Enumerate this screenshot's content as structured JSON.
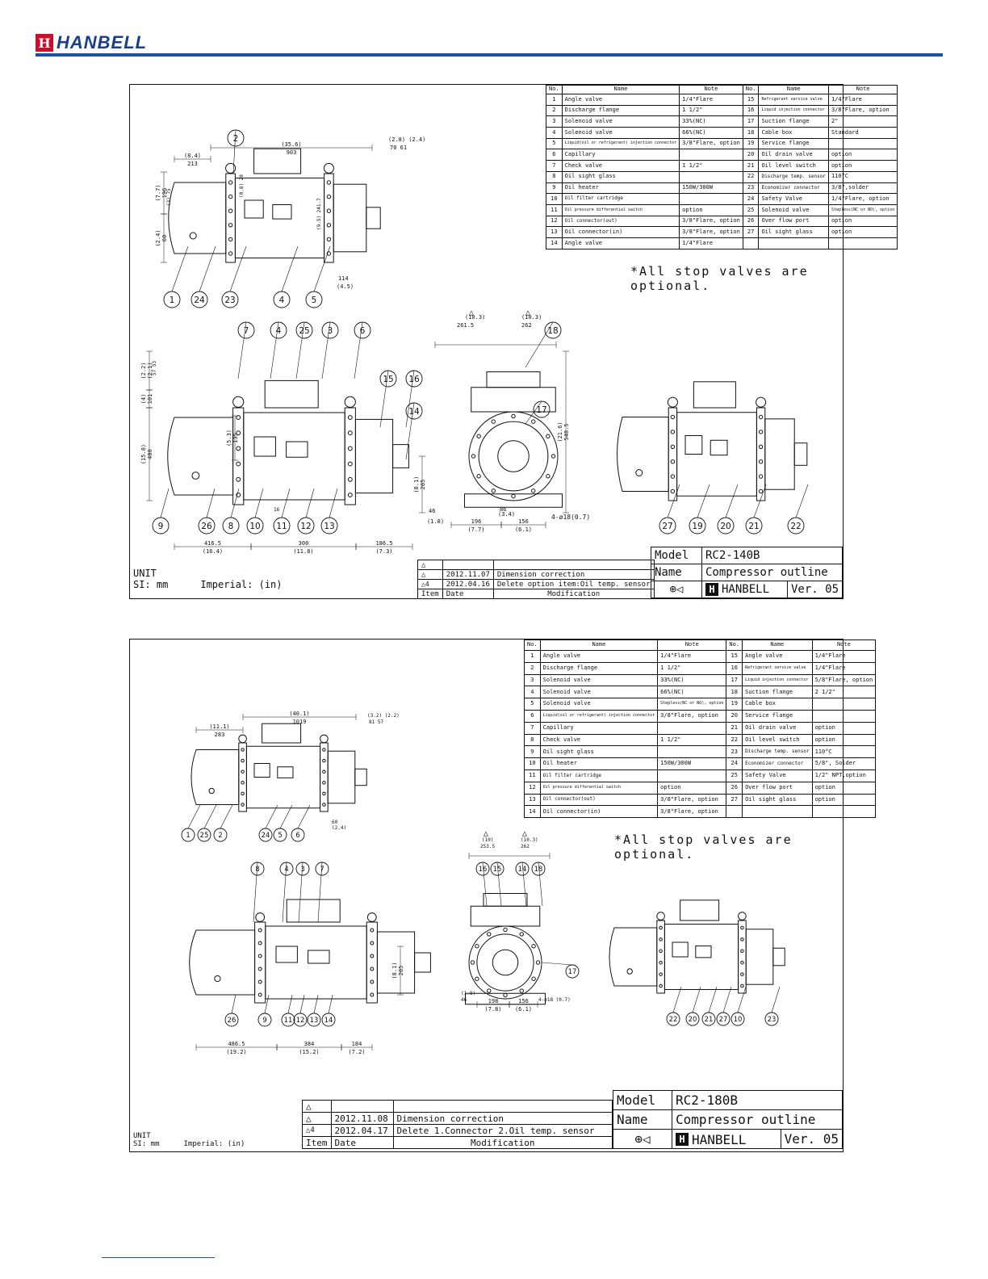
{
  "brand": {
    "logo_letter": "H",
    "logo_text": "HANBELL"
  },
  "colors": {
    "brand_blue": "#1d4fa5",
    "brand_red": "#c8102e"
  },
  "sheets": [
    {
      "id": "140b",
      "parts_header": [
        "No.",
        "Name",
        "Note",
        "No.",
        "Name",
        "Note"
      ],
      "parts": [
        [
          "1",
          "Angle valve",
          "1/4\"Flare",
          "15",
          "Refrigerant service valve",
          "1/4\"Flare"
        ],
        [
          "2",
          "Discharge flange",
          "1 1/2\"",
          "16",
          "Liquid injection connector",
          "3/8\"Flare, option"
        ],
        [
          "3",
          "Solenoid valve",
          "33%(NC)",
          "17",
          "Suction flange",
          "2\""
        ],
        [
          "4",
          "Solenoid valve",
          "66%(NC)",
          "18",
          "Cable box",
          "Standard"
        ],
        [
          "5",
          "Liquid(oil or refrigerant) injection connector",
          "3/8\"Flare, option",
          "19",
          "Service flange",
          ""
        ],
        [
          "6",
          "Capillary",
          "",
          "20",
          "Oil drain valve",
          "option"
        ],
        [
          "7",
          "Check valve",
          "1 1/2\"",
          "21",
          "Oil level switch",
          "option"
        ],
        [
          "8",
          "Oil sight glass",
          "",
          "22",
          "Discharge temp. sensor",
          "110°C"
        ],
        [
          "9",
          "Oil heater",
          "150W/300W",
          "23",
          "Economizer connector",
          "3/8\",solder"
        ],
        [
          "10",
          "Oil filter cartridge",
          "",
          "24",
          "Safety Valve",
          "1/4\"Flare, option"
        ],
        [
          "11",
          "Oil pressure differential switch",
          "option",
          "25",
          "Solenoid valve",
          "Stepless(NC or NO), option"
        ],
        [
          "12",
          "Oil connector(out)",
          "3/8\"Flare, option",
          "26",
          "Over flow port",
          "option"
        ],
        [
          "13",
          "Oil connector(in)",
          "3/8\"Flare, option",
          "27",
          "Oil sight glass",
          "option"
        ],
        [
          "14",
          "Angle valve",
          "1/4\"Flare",
          "",
          "",
          ""
        ]
      ],
      "optional_note": "*All stop valves are optional.",
      "unit_label": "UNIT",
      "unit_si": "SI: mm",
      "unit_imperial": "Imperial: (in)",
      "revisions": [
        {
          "item": "",
          "date": "",
          "mod": ""
        },
        {
          "item": "",
          "date": "2012.11.07",
          "mod": "Dimension correction"
        },
        {
          "item": "4",
          "date": "2012.04.16",
          "mod": "Delete option item:Oil temp. sensor"
        }
      ],
      "rev_header": {
        "item": "Item",
        "date": "Date",
        "mod": "Modification"
      },
      "model_label": "Model",
      "model_value": "RC2-140B",
      "name_label": "Name",
      "name_value": "Compressor outline",
      "ver_label": "Ver.",
      "ver_value": "05",
      "dims": {
        "top": [
          "(8.4)",
          "213",
          "(35.6)",
          "903",
          "(2.8)",
          "(2.4)",
          "70",
          "61",
          "(7.7)",
          "196",
          "(3)",
          "75",
          "(9.5)",
          "241.7",
          "(2.4)",
          "60",
          "(4.5)",
          "114",
          "(0.8)",
          "20"
        ],
        "front": [
          "(2.2)",
          "(2.1)",
          "57",
          "53",
          "(4)",
          "101",
          "(5.3)",
          "135",
          "(15.8)",
          "400",
          "416.5",
          "(16.4)",
          "300",
          "(11.8)",
          "186.5",
          "(7.3)",
          "16"
        ],
        "side": [
          "(10.3)",
          "261.5",
          "(10.3)",
          "262",
          "548.5",
          "(21.6)",
          "(8.1)",
          "205",
          "46",
          "(1.8)",
          "196",
          "(7.7)",
          "86",
          "(3.4)",
          "156",
          "(6.1)",
          "4-ø18(0.7)"
        ]
      },
      "balloons_top": [
        "1",
        "24",
        "23",
        "4",
        "5",
        "2"
      ],
      "balloons_front": [
        "7",
        "4",
        "25",
        "3",
        "6",
        "15",
        "16",
        "14",
        "9",
        "26",
        "8",
        "10",
        "11",
        "12",
        "13"
      ],
      "balloons_side": [
        "18",
        "17"
      ],
      "balloons_rear": [
        "27",
        "19",
        "20",
        "21",
        "22"
      ]
    },
    {
      "id": "180b",
      "parts_header": [
        "No.",
        "Name",
        "Note",
        "No.",
        "Name",
        "Note"
      ],
      "parts": [
        [
          "1",
          "Angle valve",
          "1/4\"Flare",
          "15",
          "Angle valve",
          "1/4\"Flare"
        ],
        [
          "2",
          "Discharge flange",
          "1 1/2\"",
          "16",
          "Refrigerant service valve",
          "1/4\"Flare"
        ],
        [
          "3",
          "Solenoid valve",
          "33%(NC)",
          "17",
          "Liquid injection connector",
          "5/8\"Flare, option"
        ],
        [
          "4",
          "Solenoid valve",
          "66%(NC)",
          "18",
          "Suction flange",
          "2 1/2\""
        ],
        [
          "5",
          "Solenoid valve",
          "Stepless(NC or NO), option",
          "19",
          "Cable box",
          ""
        ],
        [
          "6",
          "Liquid(oil or refrigerant) injection connector",
          "3/8\"Flare, option",
          "20",
          "Service flange",
          ""
        ],
        [
          "7",
          "Capillary",
          "",
          "21",
          "Oil drain valve",
          "option"
        ],
        [
          "8",
          "Check valve",
          "1 1/2\"",
          "22",
          "Oil level switch",
          "option"
        ],
        [
          "9",
          "Oil sight glass",
          "",
          "23",
          "Discharge temp. sensor",
          "110°C"
        ],
        [
          "10",
          "Oil heater",
          "150W/300W",
          "24",
          "Economizer connector",
          "5/8\", Solder"
        ],
        [
          "11",
          "Oil filter cartridge",
          "",
          "25",
          "Safety Valve",
          "1/2\" NPT,option"
        ],
        [
          "12",
          "Oil pressure differential switch",
          "option",
          "26",
          "Over flow port",
          "option"
        ],
        [
          "13",
          "Oil connector(out)",
          "3/8\"Flare, option",
          "27",
          "Oil sight glass",
          "option"
        ],
        [
          "14",
          "Oil connector(in)",
          "3/8\"Flare, option",
          "",
          "",
          ""
        ]
      ],
      "optional_note": "*All stop valves are optional.",
      "unit_label": "UNIT",
      "unit_si": "SI: mm",
      "unit_imperial": "Imperial: (in)",
      "revisions": [
        {
          "item": "",
          "date": "",
          "mod": ""
        },
        {
          "item": "",
          "date": "2012.11.08",
          "mod": "Dimension correction"
        },
        {
          "item": "4",
          "date": "2012.04.17",
          "mod": "Delete 1.Connector 2.Oil temp. sensor"
        }
      ],
      "rev_header": {
        "item": "Item",
        "date": "Date",
        "mod": "Modification"
      },
      "model_label": "Model",
      "model_value": "RC2-180B",
      "name_label": "Name",
      "name_value": "Compressor outline",
      "ver_label": "Ver.",
      "ver_value": "05",
      "dims": {
        "top": [
          "(11.1)",
          "283",
          "(40.1)",
          "1019",
          "(3.2)",
          "(2.2)",
          "81",
          "57",
          "(2.4)",
          "60"
        ],
        "front": [
          "486.5",
          "(19.2)",
          "384",
          "(15.2)",
          "184",
          "(7.2)",
          "(8.1)",
          "205"
        ],
        "side": [
          "(10)",
          "253.5",
          "(10.3)",
          "262",
          "(1.8)",
          "46",
          "198",
          "(7.8)",
          "156",
          "(6.1)",
          "4-ø18 (0.7)"
        ]
      },
      "balloons_top": [
        "1",
        "25",
        "2",
        "24",
        "5",
        "6"
      ],
      "balloons_front": [
        "8",
        "4",
        "3",
        "7",
        "26",
        "9",
        "11",
        "12",
        "13",
        "14"
      ],
      "balloons_side": [
        "16",
        "15",
        "14",
        "18",
        "17"
      ],
      "balloons_rear": [
        "22",
        "20",
        "21",
        "27",
        "10",
        "23"
      ]
    }
  ]
}
